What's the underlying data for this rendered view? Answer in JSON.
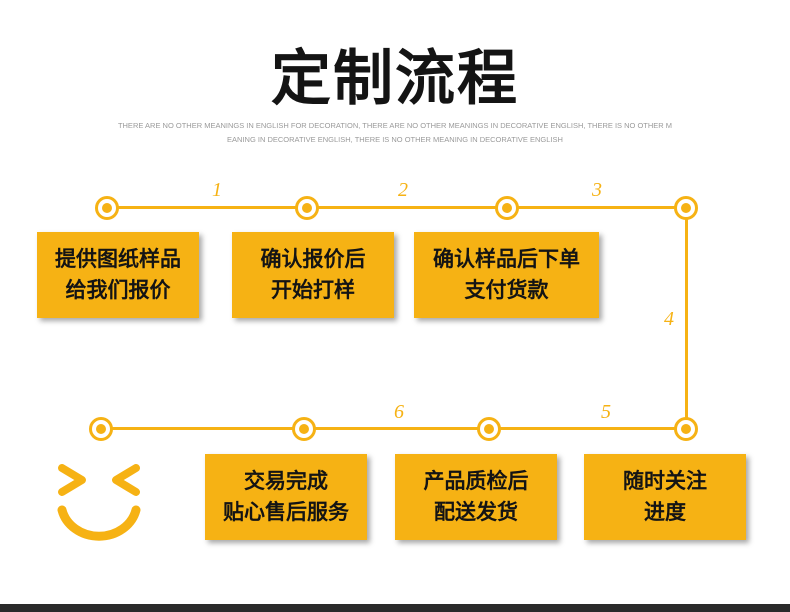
{
  "title": "定制流程",
  "subtitle_lines": [
    "THERE ARE NO OTHER MEANINGS IN ENGLISH FOR DECORATION, THERE ARE NO OTHER MEANINGS IN DECORATIVE ENGLISH, THERE IS NO OTHER M",
    "EANING IN DECORATIVE ENGLISH, THERE IS NO OTHER MEANING IN DECORATIVE ENGLISH"
  ],
  "step_numbers": [
    "1",
    "2",
    "3",
    "4",
    "5",
    "6"
  ],
  "steps": [
    {
      "line1": "提供图纸样品",
      "line2": "给我们报价"
    },
    {
      "line1": "确认报价后",
      "line2": "开始打样"
    },
    {
      "line1": "确认样品后下单",
      "line2": "支付货款"
    },
    {
      "line1": "随时关注",
      "line2": "进度"
    },
    {
      "line1": "产品质检后",
      "line2": "配送发货"
    },
    {
      "line1": "交易完成",
      "line2": "贴心售后服务"
    }
  ],
  "colors": {
    "accent": "#f6b214",
    "text": "#141414",
    "subtitle": "#9a9a9a"
  },
  "icons": [
    "smiley-icon"
  ]
}
